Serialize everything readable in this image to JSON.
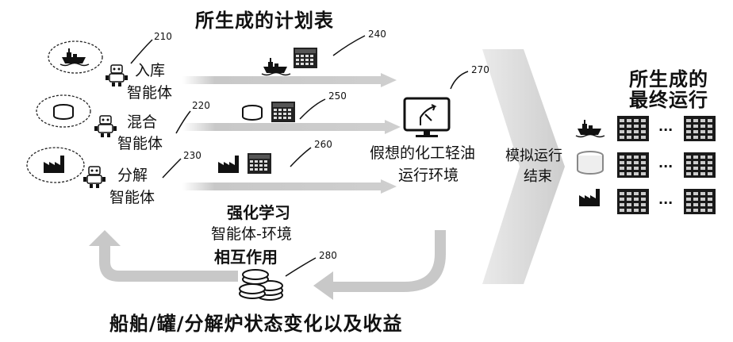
{
  "figure": {
    "title_schedule": "所生成的计划表",
    "final_run_line1": "所生成的",
    "final_run_line2": "最终运行",
    "agents": [
      {
        "ref": "210",
        "line1": "入库",
        "line2": "智能体",
        "icon": "ship-icon"
      },
      {
        "ref": "220",
        "line1": "混合",
        "line2": "智能体",
        "icon": "tank-icon"
      },
      {
        "ref": "230",
        "line1": "分解",
        "line2": "智能体",
        "icon": "factory-icon"
      }
    ],
    "schedules": [
      {
        "ref": "240",
        "icon": "ship-icon"
      },
      {
        "ref": "250",
        "icon": "tank-icon"
      },
      {
        "ref": "260",
        "icon": "factory-icon"
      }
    ],
    "environment": {
      "ref": "270",
      "line1": "假想的化工轻油",
      "line2": "运行环境",
      "icon": "monitor-icon"
    },
    "simulation": {
      "line1": "模拟运行",
      "line2": "结束"
    },
    "rl": {
      "line1": "强化学习",
      "line2": "智能体-环境",
      "line3": "相互作用"
    },
    "reward": {
      "ref": "280",
      "icon": "coins-icon"
    },
    "bottom_caption": "船舶/罐/分解炉状态变化以及收益",
    "ellipsis": "..."
  }
}
